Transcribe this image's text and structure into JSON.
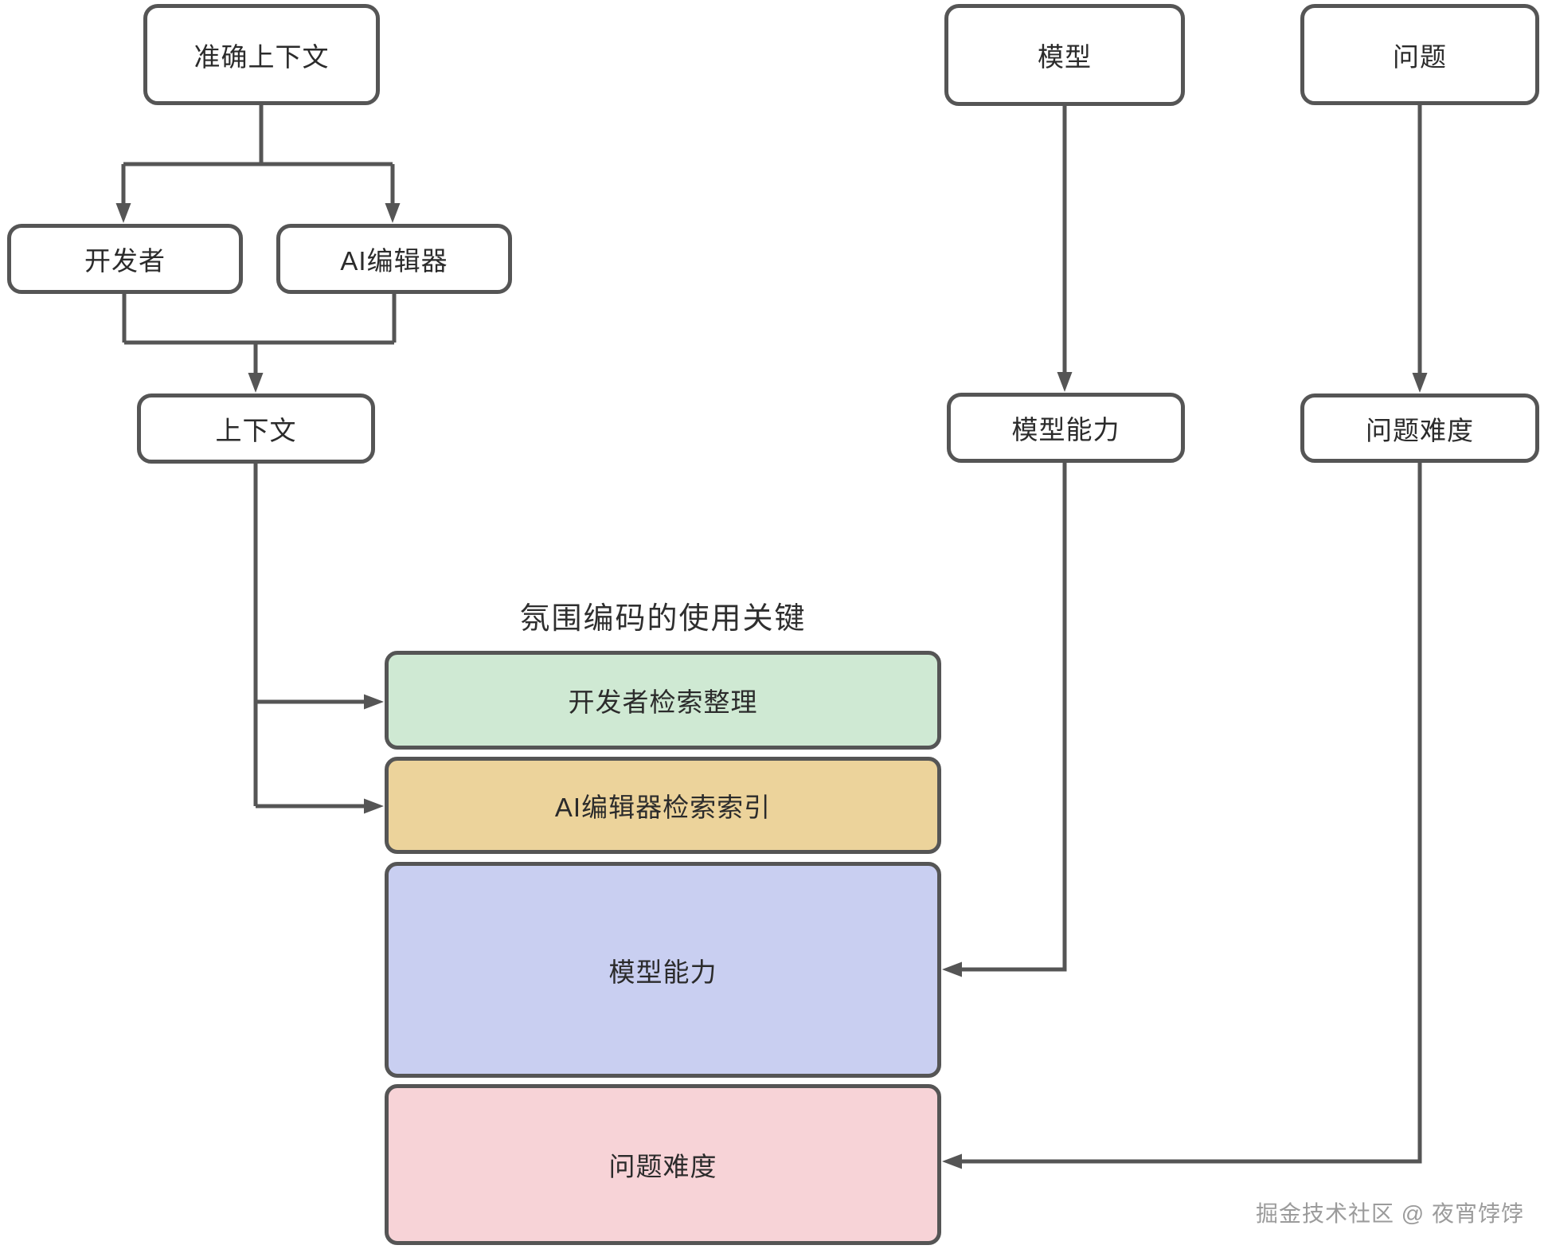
{
  "diagram": {
    "title": "氛围编码的使用关键",
    "watermark": "掘金技术社区 @ 夜宵饽饽"
  },
  "nodes": {
    "accurate_context": {
      "label": "准确上下文"
    },
    "developer": {
      "label": "开发者"
    },
    "ai_editor": {
      "label": "AI编辑器"
    },
    "context": {
      "label": "上下文"
    },
    "model": {
      "label": "模型"
    },
    "question": {
      "label": "问题"
    },
    "model_capability": {
      "label": "模型能力"
    },
    "question_difficulty": {
      "label": "问题难度"
    }
  },
  "layers": [
    {
      "id": "developer-retrieval",
      "label": "开发者检索整理",
      "color": "#cfe9d3"
    },
    {
      "id": "ai-editor-index",
      "label": "AI编辑器检索索引",
      "color": "#ecd39b"
    },
    {
      "id": "model-capability",
      "label": "模型能力",
      "color": "#c9cff1"
    },
    {
      "id": "question-difficulty",
      "label": "问题难度",
      "color": "#f7d3d7"
    }
  ],
  "colors": {
    "stroke": "#555555",
    "text": "#2b2b2b",
    "watermark": "#9b9b9b"
  }
}
